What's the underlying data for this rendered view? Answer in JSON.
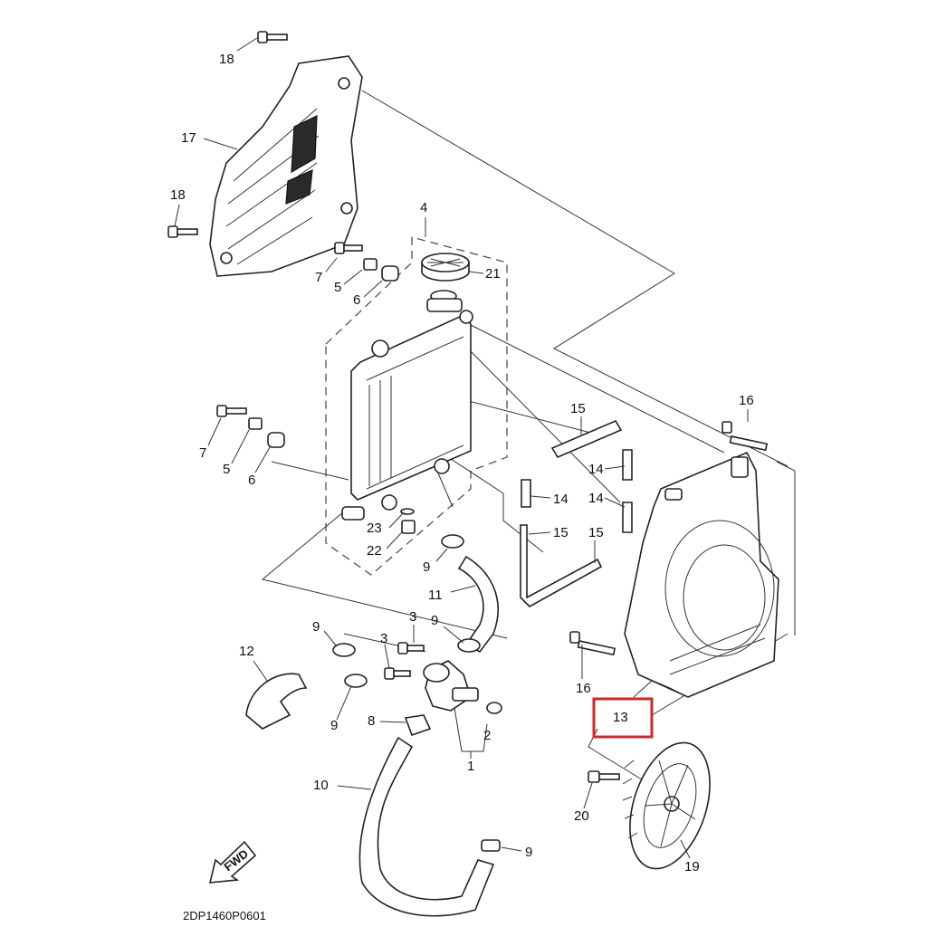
{
  "diagram": {
    "drawing_code": "2DP1460P0601",
    "fwd_label": "FWD",
    "highlight_color": "#cc2a2a",
    "highlighted_part": "13",
    "callouts": {
      "c1": "1",
      "c2": "2",
      "c3a": "3",
      "c3b": "3",
      "c4": "4",
      "c5a": "5",
      "c5b": "5",
      "c6a": "6",
      "c6b": "6",
      "c7a": "7",
      "c7b": "7",
      "c8": "8",
      "c9a": "9",
      "c9b": "9",
      "c9c": "9",
      "c9d": "9",
      "c9e": "9",
      "c10": "10",
      "c11": "11",
      "c12": "12",
      "c13": "13",
      "c14a": "14",
      "c14b": "14",
      "c14c": "14",
      "c15a": "15",
      "c15b": "15",
      "c15c": "15",
      "c16a": "16",
      "c16b": "16",
      "c17": "17",
      "c18a": "18",
      "c18b": "18",
      "c19": "19",
      "c20": "20",
      "c21": "21",
      "c22": "22",
      "c23": "23"
    }
  }
}
